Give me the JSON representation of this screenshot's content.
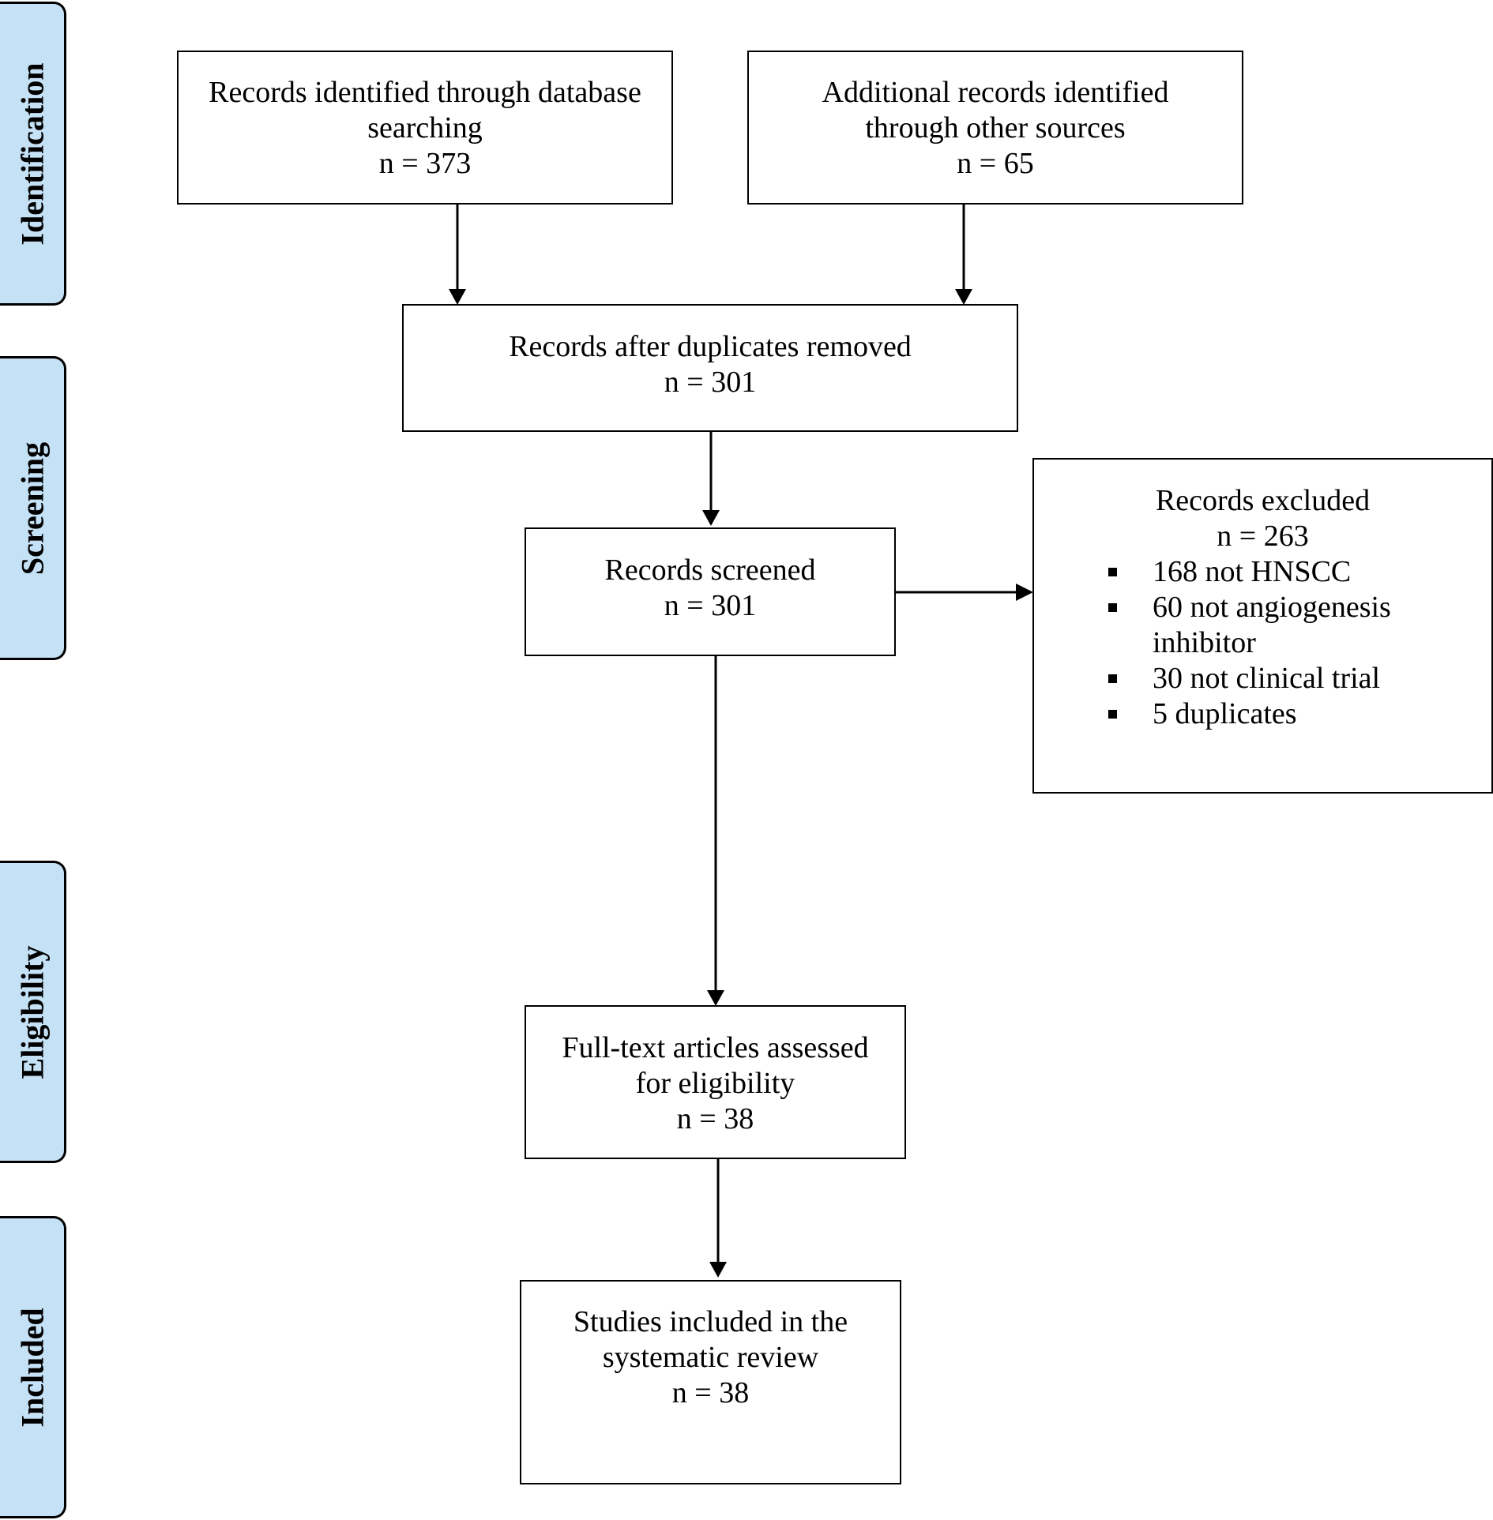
{
  "phases": {
    "identification": "Identification",
    "screening": "Screening",
    "eligibility": "Eligibility",
    "included": "Included"
  },
  "boxes": {
    "database": {
      "lines": [
        "Records identified through database",
        "searching",
        "n = 373"
      ]
    },
    "other_sources": {
      "lines": [
        "Additional records identified",
        "through other sources",
        "n = 65"
      ]
    },
    "after_duplicates": {
      "lines": [
        "Records after duplicates removed",
        "n = 301"
      ]
    },
    "screened": {
      "lines": [
        "Records screened",
        "n = 301"
      ]
    },
    "excluded": {
      "title": "Records excluded",
      "count": "n = 263",
      "reasons": [
        "168 not HNSCC",
        "60 not angiogenesis inhibitor",
        "30 not clinical trial",
        "5 duplicates"
      ]
    },
    "fulltext": {
      "lines": [
        "Full-text articles assessed",
        "for eligibility",
        "n = 38"
      ]
    },
    "included": {
      "lines": [
        "Studies included in the",
        "systematic review",
        "n = 38"
      ]
    }
  }
}
